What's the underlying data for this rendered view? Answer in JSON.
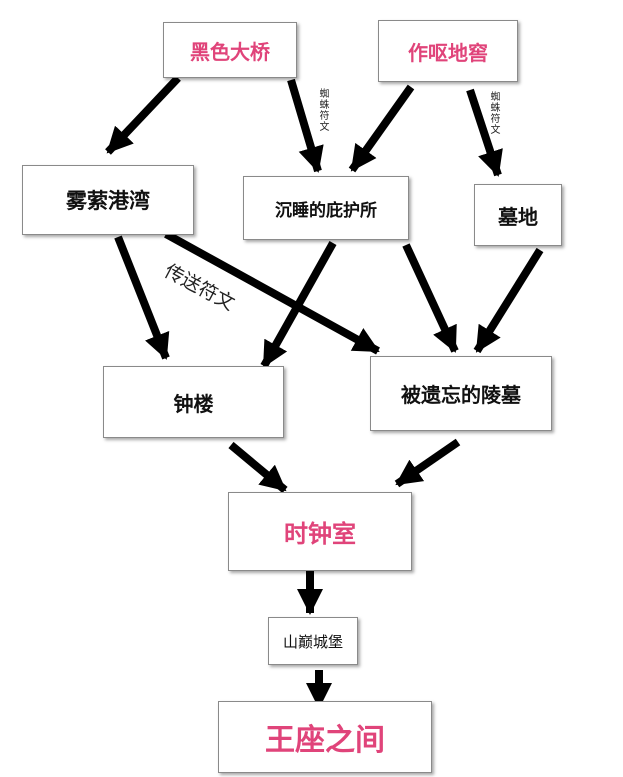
{
  "colors": {
    "highlight": "#e0447a",
    "text": "#111111",
    "arrow": "#000000",
    "box_border": "#8a8a8a"
  },
  "nodes": {
    "black_bridge": "黑色大桥",
    "nauseating_cellar": "作呕地窖",
    "misty_bay": "雾萦港湾",
    "sleeping_shelter": "沉睡的庇护所",
    "graveyard": "墓地",
    "bell_tower": "钟楼",
    "forgotten_tomb": "被遗忘的陵墓",
    "clock_room": "时钟室",
    "summit_castle": "山巅城堡",
    "throne_room": "王座之间"
  },
  "edge_labels": {
    "spider_rune_1": "蜘蛛符文",
    "spider_rune_2": "蜘蛛符文",
    "teleport_rune": "传送符文"
  },
  "edges": [
    {
      "from": "black_bridge",
      "to": "misty_bay"
    },
    {
      "from": "black_bridge",
      "to": "sleeping_shelter",
      "label": "spider_rune_1"
    },
    {
      "from": "nauseating_cellar",
      "to": "sleeping_shelter"
    },
    {
      "from": "nauseating_cellar",
      "to": "graveyard",
      "label": "spider_rune_2"
    },
    {
      "from": "misty_bay",
      "to": "bell_tower"
    },
    {
      "from": "misty_bay",
      "to": "forgotten_tomb",
      "label": "teleport_rune"
    },
    {
      "from": "sleeping_shelter",
      "to": "bell_tower"
    },
    {
      "from": "sleeping_shelter",
      "to": "forgotten_tomb"
    },
    {
      "from": "graveyard",
      "to": "forgotten_tomb"
    },
    {
      "from": "bell_tower",
      "to": "clock_room"
    },
    {
      "from": "forgotten_tomb",
      "to": "clock_room"
    },
    {
      "from": "clock_room",
      "to": "summit_castle"
    },
    {
      "from": "summit_castle",
      "to": "throne_room"
    }
  ]
}
